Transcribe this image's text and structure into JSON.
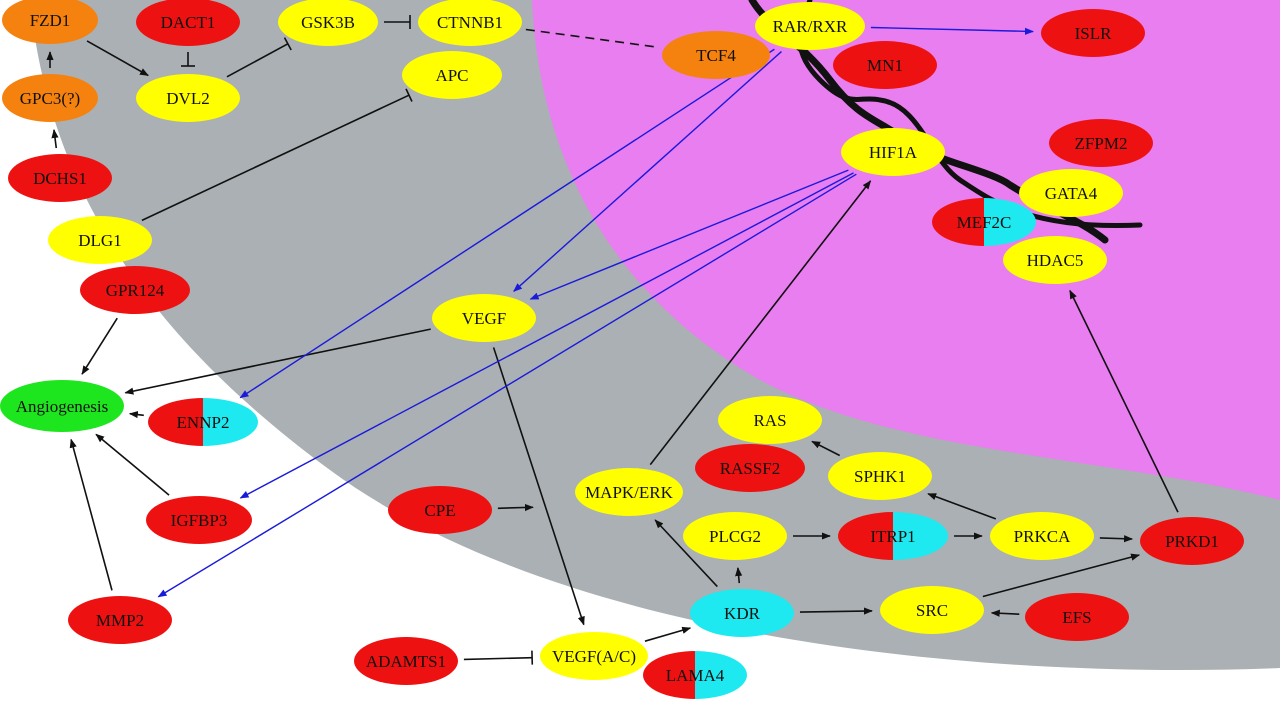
{
  "colors": {
    "gray_region": "#aab0b3",
    "nucleus_region": "#e87ef0",
    "red": "#ee1111",
    "yellow": "#ffff00",
    "orange": "#f5820f",
    "cyan": "#1ee9f0",
    "green": "#1ee61e",
    "arrow_black": "#111111",
    "arrow_blue": "#1a1adb"
  },
  "nodes": [
    {
      "id": "FZD1",
      "label": "FZD1",
      "fill": "orange"
    },
    {
      "id": "DACT1",
      "label": "DACT1",
      "fill": "red"
    },
    {
      "id": "GSK3B",
      "label": "GSK3B",
      "fill": "yellow"
    },
    {
      "id": "CTNNB1",
      "label": "CTNNB1",
      "fill": "yellow"
    },
    {
      "id": "APC",
      "label": "APC",
      "fill": "yellow"
    },
    {
      "id": "GPC3",
      "label": "GPC3(?)",
      "fill": "orange"
    },
    {
      "id": "DVL2",
      "label": "DVL2",
      "fill": "yellow"
    },
    {
      "id": "DCHS1",
      "label": "DCHS1",
      "fill": "red"
    },
    {
      "id": "DLG1",
      "label": "DLG1",
      "fill": "yellow"
    },
    {
      "id": "GPR124",
      "label": "GPR124",
      "fill": "red"
    },
    {
      "id": "Angiogenesis",
      "label": "Angiogenesis",
      "fill": "green"
    },
    {
      "id": "ENNP2",
      "label": "ENNP2",
      "fill": "split"
    },
    {
      "id": "IGFBP3",
      "label": "IGFBP3",
      "fill": "red"
    },
    {
      "id": "MMP2",
      "label": "MMP2",
      "fill": "red"
    },
    {
      "id": "VEGF",
      "label": "VEGF",
      "fill": "yellow"
    },
    {
      "id": "CPE",
      "label": "CPE",
      "fill": "red"
    },
    {
      "id": "ADAMTS1",
      "label": "ADAMTS1",
      "fill": "red"
    },
    {
      "id": "VEGFAC",
      "label": "VEGF(A/C)",
      "fill": "yellow"
    },
    {
      "id": "LAMA4",
      "label": "LAMA4",
      "fill": "split"
    },
    {
      "id": "KDR",
      "label": "KDR",
      "fill": "cyan"
    },
    {
      "id": "MAPKERK",
      "label": "MAPK/ERK",
      "fill": "yellow"
    },
    {
      "id": "PLCG2",
      "label": "PLCG2",
      "fill": "yellow"
    },
    {
      "id": "ITRP1",
      "label": "ITRP1",
      "fill": "split"
    },
    {
      "id": "PRKCA",
      "label": "PRKCA",
      "fill": "yellow"
    },
    {
      "id": "PRKD1",
      "label": "PRKD1",
      "fill": "red"
    },
    {
      "id": "SRC",
      "label": "SRC",
      "fill": "yellow"
    },
    {
      "id": "EFS",
      "label": "EFS",
      "fill": "red"
    },
    {
      "id": "RAS",
      "label": "RAS",
      "fill": "yellow"
    },
    {
      "id": "RASSF2",
      "label": "RASSF2",
      "fill": "red"
    },
    {
      "id": "SPHK1",
      "label": "SPHK1",
      "fill": "yellow"
    },
    {
      "id": "TCF4",
      "label": "TCF4",
      "fill": "orange"
    },
    {
      "id": "RARRXR",
      "label": "RAR/RXR",
      "fill": "yellow"
    },
    {
      "id": "ISLR",
      "label": "ISLR",
      "fill": "red"
    },
    {
      "id": "MN1",
      "label": "MN1",
      "fill": "red"
    },
    {
      "id": "HIF1A",
      "label": "HIF1A",
      "fill": "yellow"
    },
    {
      "id": "ZFPM2",
      "label": "ZFPM2",
      "fill": "red"
    },
    {
      "id": "GATA4",
      "label": "GATA4",
      "fill": "yellow"
    },
    {
      "id": "MEF2C",
      "label": "MEF2C",
      "fill": "split"
    },
    {
      "id": "HDAC5",
      "label": "HDAC5",
      "fill": "yellow"
    }
  ],
  "edges": [
    {
      "from": "FZD1",
      "to": "DVL2",
      "kind": "activate",
      "color": "black"
    },
    {
      "from": "GPC3",
      "to": "FZD1",
      "kind": "activate",
      "color": "black"
    },
    {
      "from": "DCHS1",
      "to": "GPC3",
      "kind": "activate",
      "color": "black"
    },
    {
      "from": "DACT1",
      "to": "DVL2",
      "kind": "inhibit",
      "color": "black"
    },
    {
      "from": "DVL2",
      "to": "GSK3B",
      "kind": "inhibit",
      "color": "black"
    },
    {
      "from": "GSK3B",
      "to": "CTNNB1",
      "kind": "inhibit",
      "color": "black"
    },
    {
      "from": "DLG1",
      "to": "APC",
      "kind": "inhibit",
      "color": "black"
    },
    {
      "from": "CTNNB1",
      "to": "TCF4",
      "kind": "dashed",
      "color": "black"
    },
    {
      "from": "GPR124",
      "to": "Angiogenesis",
      "kind": "activate",
      "color": "black"
    },
    {
      "from": "VEGF",
      "to": "Angiogenesis",
      "kind": "activate",
      "color": "black"
    },
    {
      "from": "ENNP2",
      "to": "Angiogenesis",
      "kind": "activate",
      "color": "black"
    },
    {
      "from": "IGFBP3",
      "to": "Angiogenesis",
      "kind": "activate",
      "color": "black"
    },
    {
      "from": "MMP2",
      "to": "Angiogenesis",
      "kind": "activate",
      "color": "black"
    },
    {
      "from": "VEGF",
      "to": "VEGFAC",
      "kind": "activate",
      "color": "black"
    },
    {
      "from": "CPE",
      "to": "VEGF_VEGFAC_link",
      "kind": "activate",
      "color": "black"
    },
    {
      "from": "ADAMTS1",
      "to": "VEGFAC",
      "kind": "inhibit",
      "color": "black"
    },
    {
      "from": "VEGFAC",
      "to": "KDR",
      "kind": "activate",
      "color": "black"
    },
    {
      "from": "KDR",
      "to": "MAPKERK",
      "kind": "activate",
      "color": "black"
    },
    {
      "from": "KDR",
      "to": "PLCG2",
      "kind": "activate",
      "color": "black"
    },
    {
      "from": "KDR",
      "to": "SRC",
      "kind": "activate",
      "color": "black"
    },
    {
      "from": "PLCG2",
      "to": "ITRP1",
      "kind": "activate",
      "color": "black"
    },
    {
      "from": "ITRP1",
      "to": "PRKCA",
      "kind": "activate",
      "color": "black"
    },
    {
      "from": "PRKCA",
      "to": "PRKD1",
      "kind": "activate",
      "color": "black"
    },
    {
      "from": "PRKCA",
      "to": "SPHK1",
      "kind": "activate",
      "color": "black"
    },
    {
      "from": "SPHK1",
      "to": "RAS",
      "kind": "activate",
      "color": "black"
    },
    {
      "from": "SRC",
      "to": "PRKD1",
      "kind": "activate",
      "color": "black"
    },
    {
      "from": "EFS",
      "to": "SRC",
      "kind": "activate",
      "color": "black"
    },
    {
      "from": "PRKD1",
      "to": "HDAC5",
      "kind": "activate",
      "color": "black"
    },
    {
      "from": "MAPKERK",
      "to": "HIF1A",
      "kind": "activate",
      "color": "black"
    },
    {
      "from": "RARRXR",
      "to": "ISLR",
      "kind": "activate",
      "color": "blue"
    },
    {
      "from": "RARRXR",
      "to": "VEGF",
      "kind": "activate",
      "color": "blue"
    },
    {
      "from": "RARRXR",
      "to": "ENNP2",
      "kind": "activate",
      "color": "blue"
    },
    {
      "from": "HIF1A",
      "to": "VEGF",
      "kind": "activate",
      "color": "blue"
    },
    {
      "from": "HIF1A",
      "to": "IGFBP3",
      "kind": "activate",
      "color": "blue"
    },
    {
      "from": "HIF1A",
      "to": "MMP2",
      "kind": "activate",
      "color": "blue"
    }
  ]
}
